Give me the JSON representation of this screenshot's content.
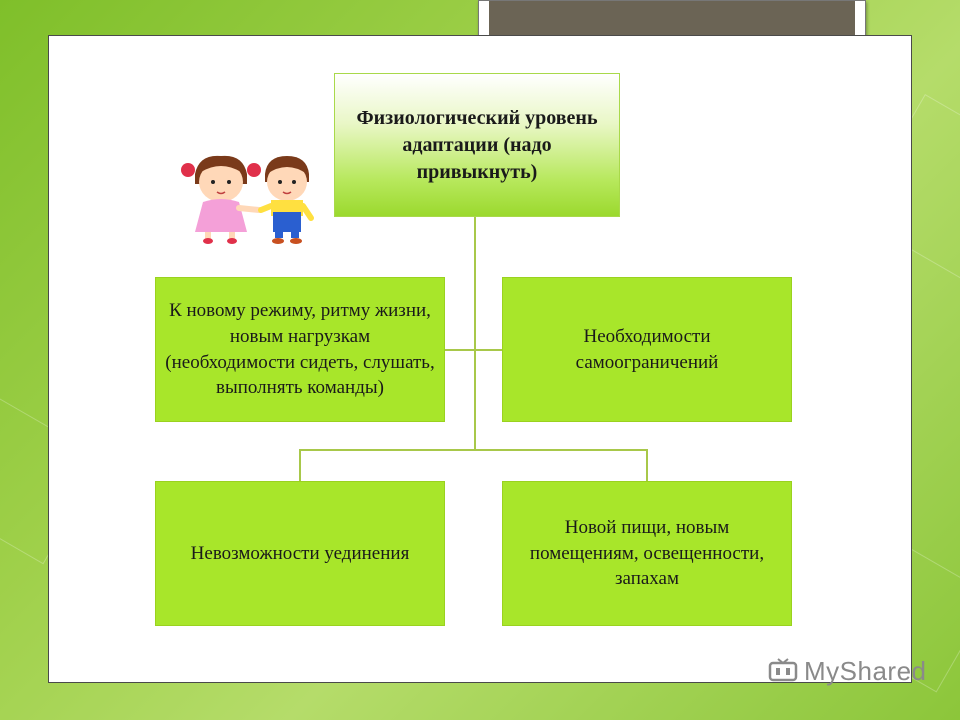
{
  "diagram": {
    "root": {
      "text": "Физиологический уровень адаптации (надо привыкнуть)"
    },
    "nodes": [
      {
        "id": "regime",
        "text": "К  новому режиму, ритму жизни, новым нагрузкам (необходимости сидеть, слушать, выполнять команды)"
      },
      {
        "id": "self-restraint",
        "text": "Необходимости самоограничений"
      },
      {
        "id": "solitude",
        "text": "Невозможности уединения"
      },
      {
        "id": "food",
        "text": "Новой пищи, новым помещениям, освещенности, запахам"
      }
    ]
  },
  "watermark": {
    "text": "MyShared"
  },
  "colors": {
    "node_fill": "#a8e62a",
    "connector": "#a8c84a",
    "slide_bg": "#ffffff",
    "title_bar": "#6b6455"
  }
}
